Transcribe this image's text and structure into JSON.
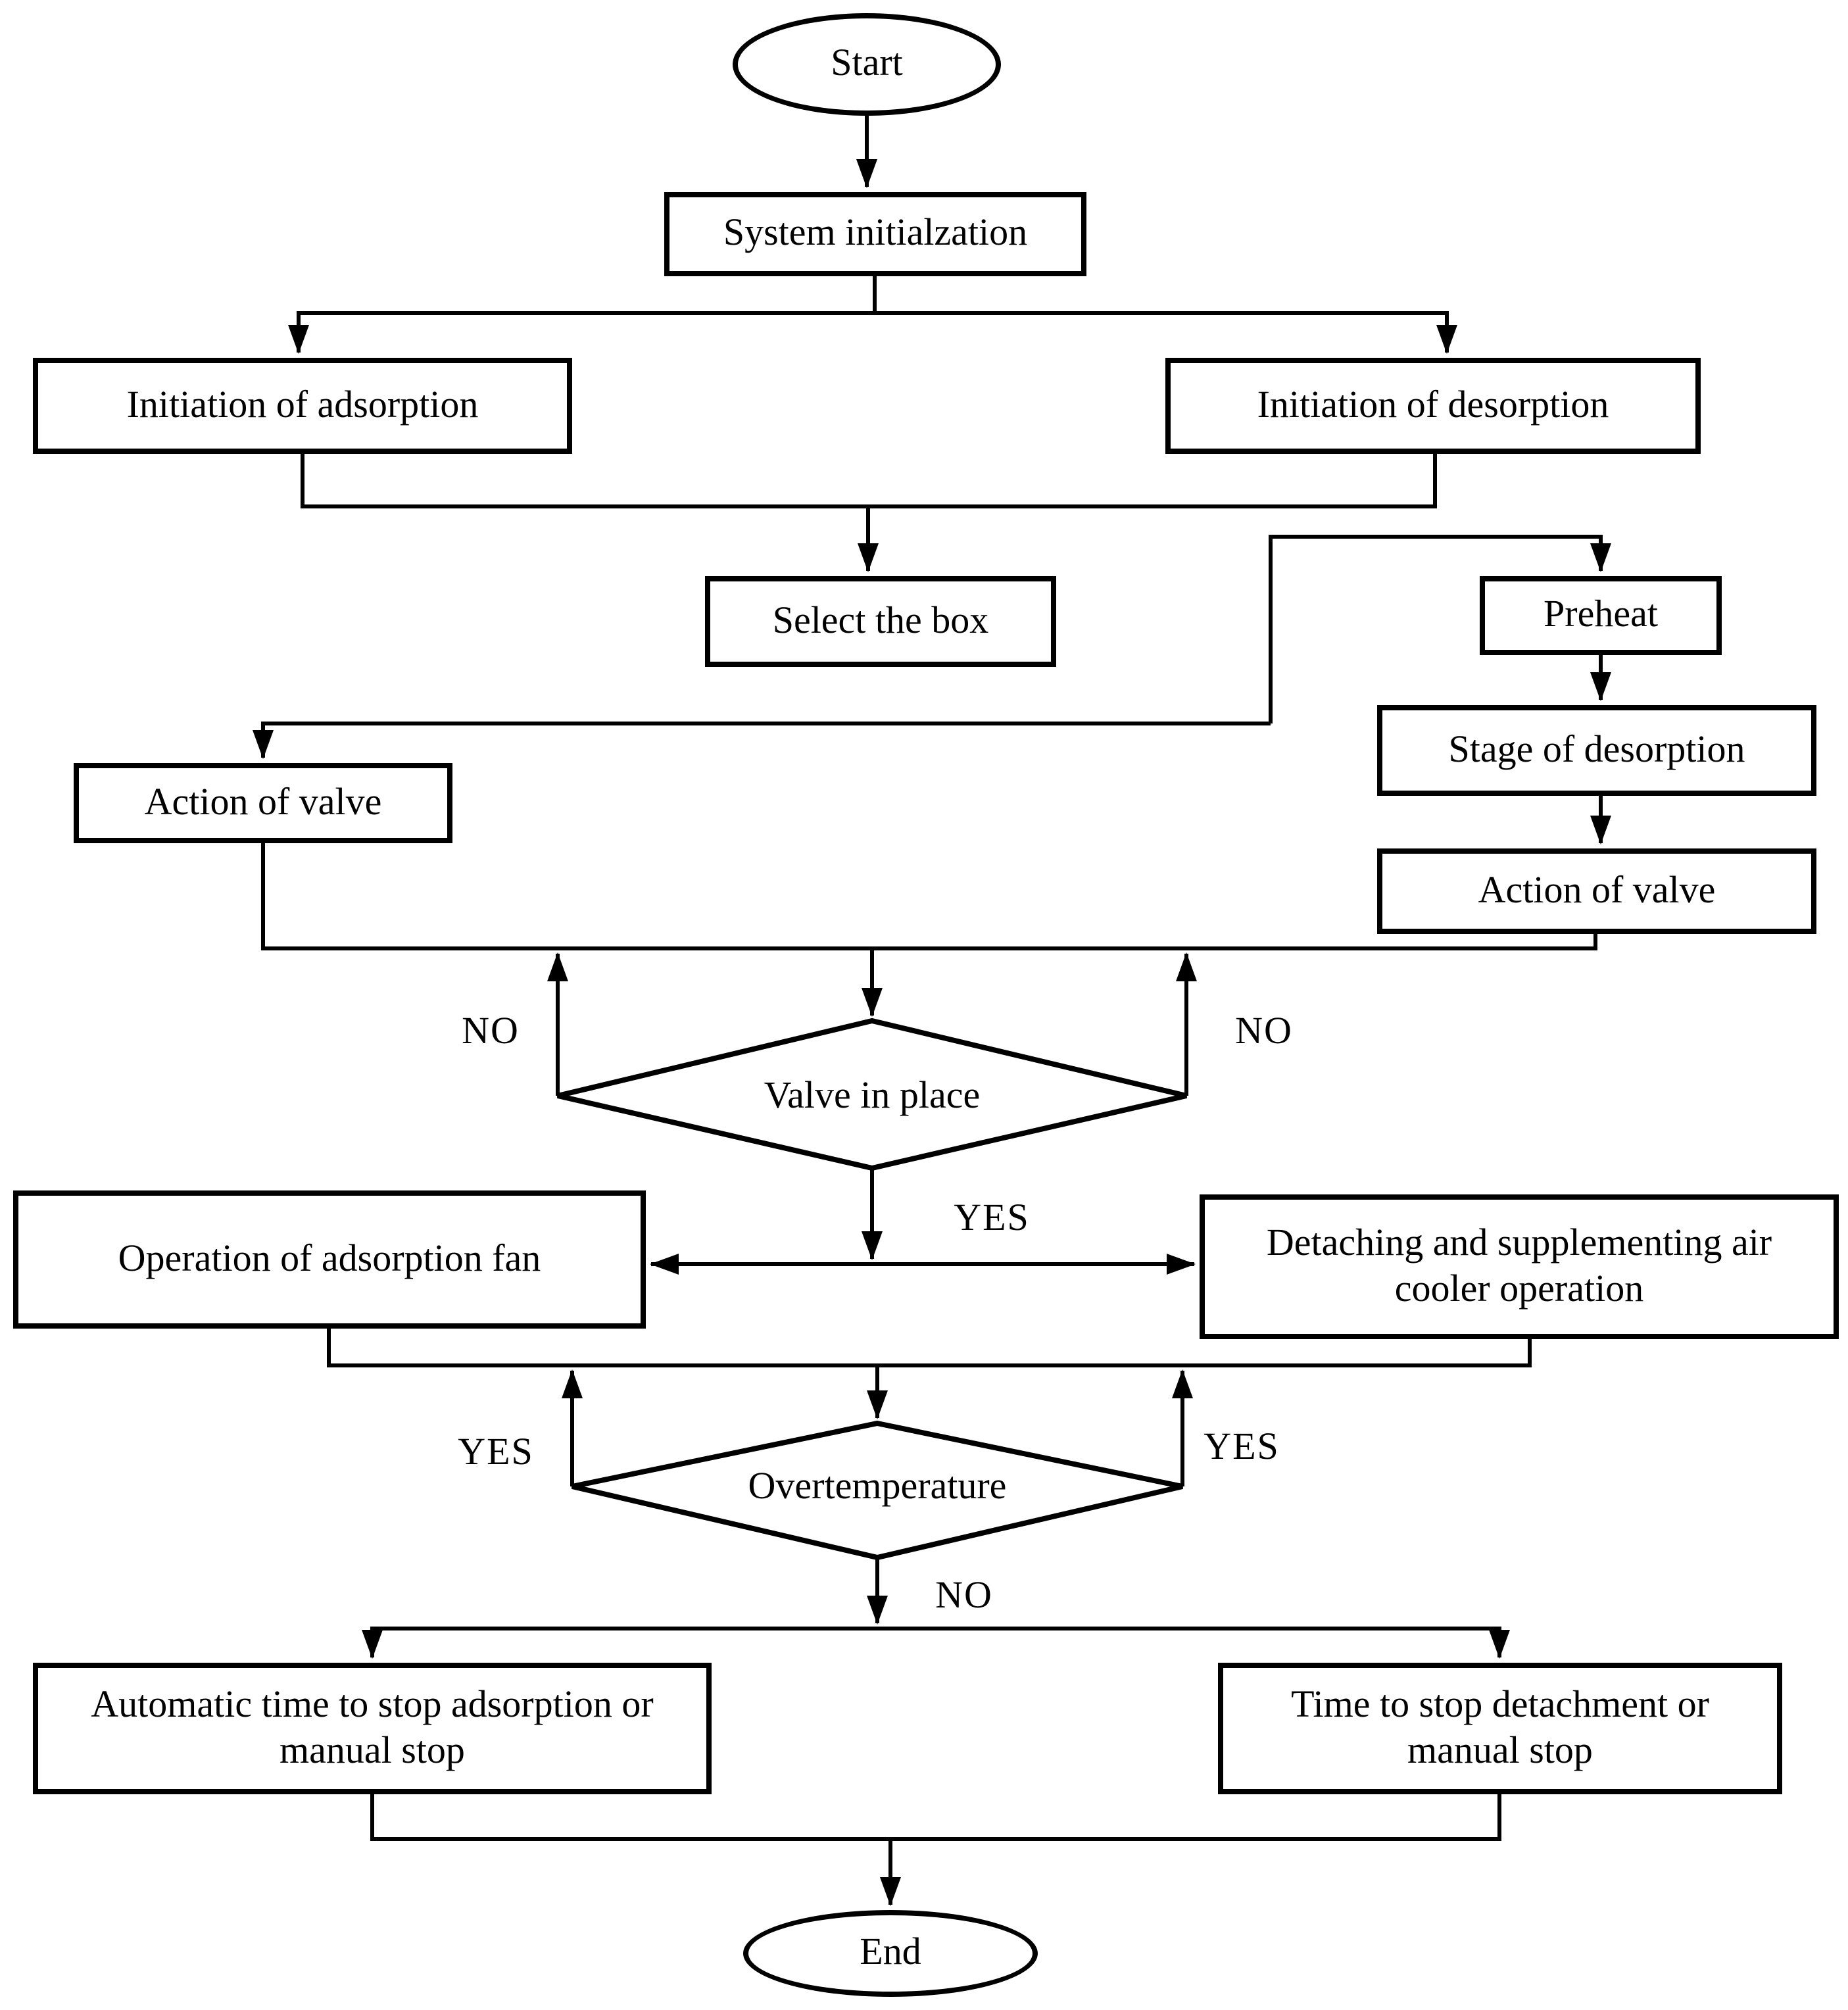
{
  "diagram": {
    "type": "flowchart",
    "background_color": "#ffffff",
    "line_color": "#000000",
    "text_color": "#000000",
    "nodes": {
      "start": {
        "label": "Start",
        "shape": "terminator"
      },
      "system_init": {
        "label": "System initialzation",
        "shape": "process"
      },
      "init_adsorption": {
        "label": "Initiation of adsorption",
        "shape": "process"
      },
      "init_desorption": {
        "label": "Initiation of desorption",
        "shape": "process"
      },
      "select_box": {
        "label": "Select the box",
        "shape": "process"
      },
      "preheat": {
        "label": "Preheat",
        "shape": "process"
      },
      "stage_desorption": {
        "label": "Stage of desorption",
        "shape": "process"
      },
      "action_valve_left": {
        "label": "Action of valve",
        "shape": "process"
      },
      "action_valve_right": {
        "label": "Action of valve",
        "shape": "process"
      },
      "valve_in_place": {
        "label": "Valve in place",
        "shape": "decision"
      },
      "operation_fan": {
        "label": "Operation of adsorption fan",
        "shape": "process"
      },
      "detach_cooler": {
        "label": "Detaching and supplementing air cooler operation",
        "shape": "process"
      },
      "overtemperature": {
        "label": "Overtemperature",
        "shape": "decision"
      },
      "auto_stop": {
        "label": "Automatic time to stop adsorption or manual stop",
        "shape": "process"
      },
      "time_stop": {
        "label": "Time to stop detachment or manual stop",
        "shape": "process"
      },
      "end": {
        "label": "End",
        "shape": "terminator"
      }
    },
    "edge_labels": {
      "valve_no_left": "NO",
      "valve_no_right": "NO",
      "valve_yes": "YES",
      "overtemp_yes_left": "YES",
      "overtemp_yes_right": "YES",
      "overtemp_no": "NO"
    }
  }
}
